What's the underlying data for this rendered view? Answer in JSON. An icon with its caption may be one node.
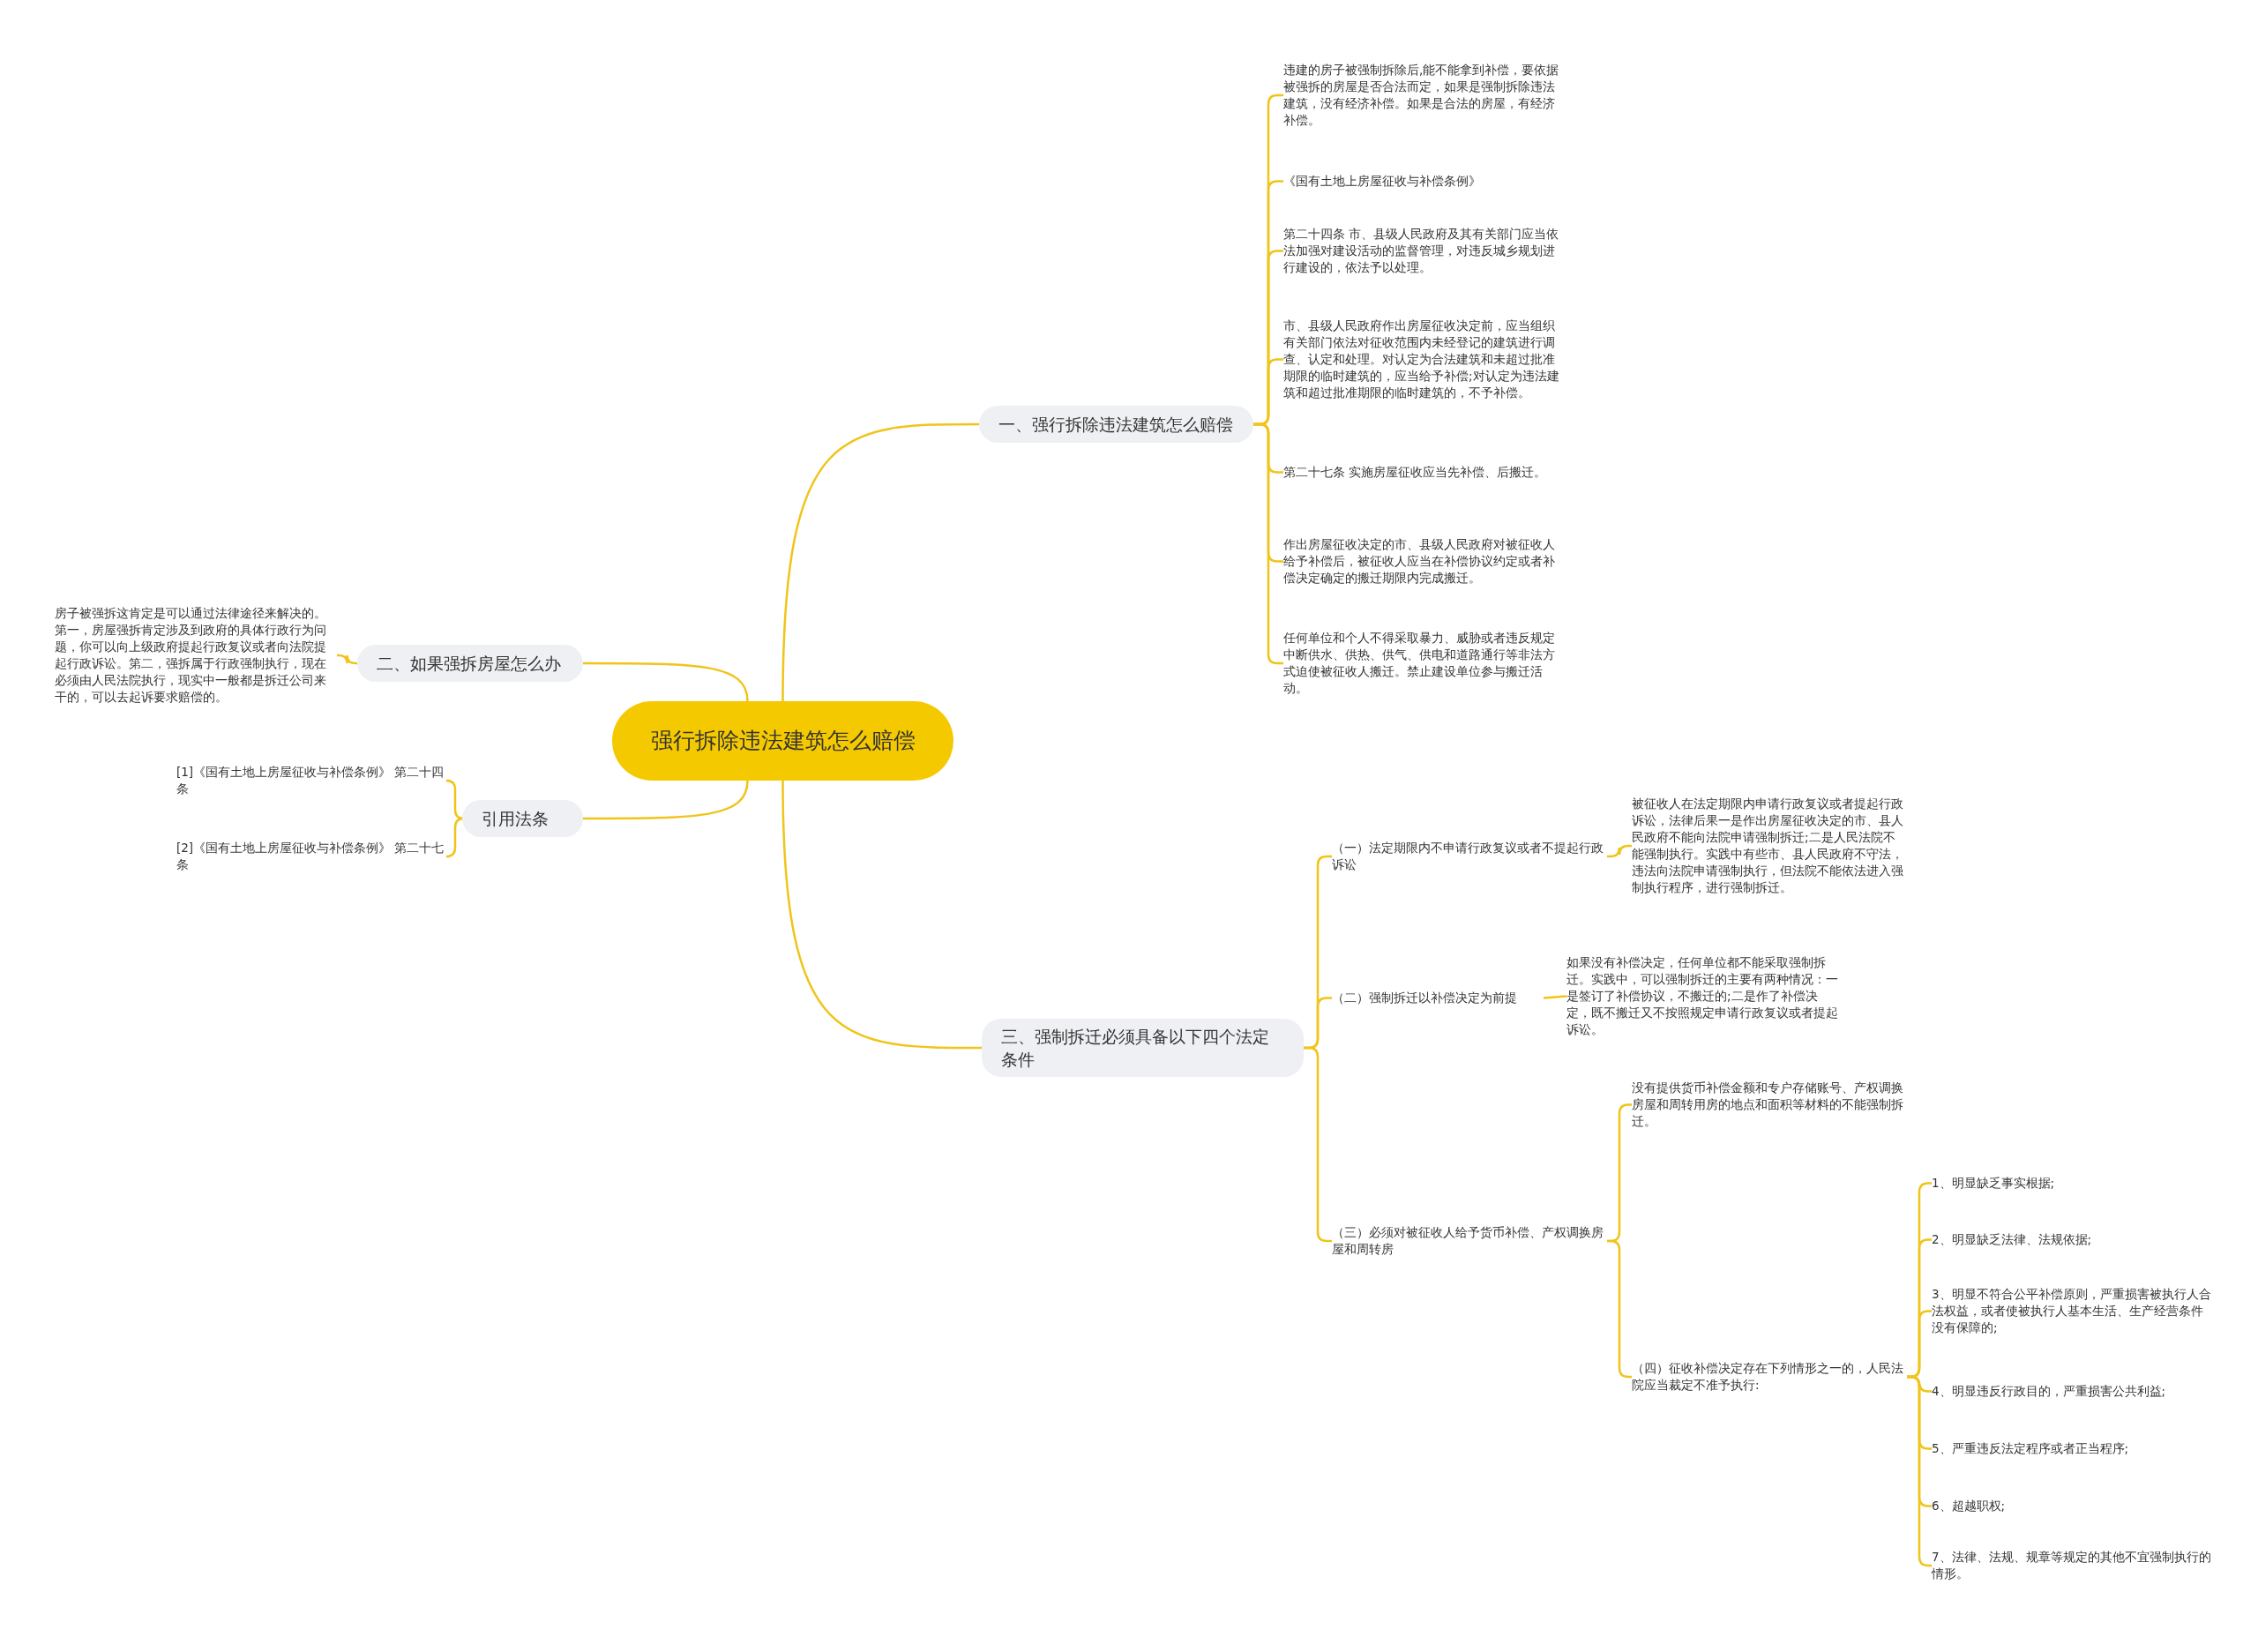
{
  "diagram": {
    "nodes": [
      {
        "text": [
          "强行拆除违法建筑怎么赔偿"
        ]
      },
      {
        "text": [
          "一、强行拆除违法建筑怎么赔偿"
        ]
      },
      {
        "text": [
          "违建的房子被强制拆除后,能不能拿到补偿，要依据被强拆的房屋是否合法而定，如果是强制拆除违法建筑，没有经济补偿。如果是合法的房屋，有经济补偿。"
        ]
      },
      {
        "text": [
          "《国有土地上房屋征收与补偿条例》"
        ]
      },
      {
        "text": [
          "第二十四条 市、县级人民政府及其有关部门应当依法加强对建设活动的监督管理，对违反城乡规划进行建设的，依法予以处理。"
        ]
      },
      {
        "text": [
          "市、县级人民政府作出房屋征收决定前，应当组织有关部门依法对征收范围内未经登记的建筑进行调查、认定和处理。对认定为合法建筑和未超过批准期限的临时建筑的，应当给予补偿;对认定为违法建筑和超过批准期限的临时建筑的，不予补偿。"
        ]
      },
      {
        "text": [
          "第二十七条 实施房屋征收应当先补偿、后搬迁。"
        ]
      },
      {
        "text": [
          "作出房屋征收决定的市、县级人民政府对被征收人给予补偿后，被征收人应当在补偿协议约定或者补偿决定确定的搬迁期限内完成搬迁。"
        ]
      },
      {
        "text": [
          "任何单位和个人不得采取暴力、威胁或者违反规定中断供水、供热、供气、供电和道路通行等非法方式迫使被征收人搬迁。禁止建设单位参与搬迁活动。"
        ]
      },
      {
        "text": [
          "二、如果强拆房屋怎么办"
        ]
      },
      {
        "text": [
          "房子被强拆这肯定是可以通过法律途径来解决的。第一，房屋强拆肯定涉及到政府的具体行政行为问题，你可以向上级政府提起行政复议或者向法院提起行政诉讼。第二，强拆属于行政强制执行，现在必须由人民法院执行，现实中一般都是拆迁公司来干的，可以去起诉要求赔偿的。"
        ]
      },
      {
        "text": [
          "引用法条"
        ]
      },
      {
        "text": [
          "[1]《国有土地上房屋征收与补偿条例》 第二十四条"
        ]
      },
      {
        "text": [
          "[2]《国有土地上房屋征收与补偿条例》 第二十七条"
        ]
      },
      {
        "text": [
          "三、强制拆迁必须具备以下四个法定条件"
        ]
      },
      {
        "text": [
          "（一）法定期限内不申请行政复议或者不提起行政诉讼"
        ]
      },
      {
        "text": [
          "被征收人在法定期限内申请行政复议或者提起行政诉讼，法律后果一是作出房屋征收决定的市、县人民政府不能向法院申请强制拆迁;二是人民法院不能强制执行。实践中有些市、县人民政府不守法，违法向法院申请强制执行，但法院不能依法进入强制执行程序，进行强制拆迁。"
        ]
      },
      {
        "text": [
          "（二）强制拆迁以补偿决定为前提"
        ]
      },
      {
        "text": [
          "如果没有补偿决定，任何单位都不能采取强制拆迁。实践中，可以强制拆迁的主要有两种情况：一是签订了补偿协议，不搬迁的;二是作了补偿决定，既不搬迁又不按照规定申请行政复议或者提起诉讼。"
        ]
      },
      {
        "text": [
          "（三）必须对被征收人给予货币补偿、产权调换房屋和周转房"
        ]
      },
      {
        "text": [
          "没有提供货币补偿金额和专户存储账号、产权调换房屋和周转用房的地点和面积等材料的不能强制拆迁。"
        ]
      },
      {
        "text": [
          "（四）征收补偿决定存在下列情形之一的，人民法院应当裁定不准予执行:"
        ]
      },
      {
        "text": [
          "1、明显缺乏事实根据;"
        ]
      },
      {
        "text": [
          "2、明显缺乏法律、法规依据;"
        ]
      },
      {
        "text": [
          "3、明显不符合公平补偿原则，严重损害被执行人合法权益，或者使被执行人基本生活、生产经营条件没有保障的;"
        ]
      },
      {
        "text": [
          "4、明显违反行政目的，严重损害公共利益;"
        ]
      },
      {
        "text": [
          "5、严重违反法定程序或者正当程序;"
        ]
      },
      {
        "text": [
          "6、超越职权;"
        ]
      },
      {
        "text": [
          "7、法律、法规、规章等规定的其他不宜强制执行的情形。"
        ]
      }
    ],
    "edges": [
      {
        "from": 0,
        "to": 1,
        "arrow": "none"
      },
      {
        "from": 1,
        "to": 2,
        "arrow": "none"
      },
      {
        "from": 1,
        "to": 3,
        "arrow": "none"
      },
      {
        "from": 1,
        "to": 4,
        "arrow": "none"
      },
      {
        "from": 1,
        "to": 5,
        "arrow": "none"
      },
      {
        "from": 1,
        "to": 6,
        "arrow": "none"
      },
      {
        "from": 1,
        "to": 7,
        "arrow": "none"
      },
      {
        "from": 1,
        "to": 8,
        "arrow": "none"
      },
      {
        "from": 0,
        "to": 9,
        "arrow": "none"
      },
      {
        "from": 9,
        "to": 10,
        "arrow": "none"
      },
      {
        "from": 0,
        "to": 11,
        "arrow": "none"
      },
      {
        "from": 11,
        "to": 12,
        "arrow": "none"
      },
      {
        "from": 11,
        "to": 13,
        "arrow": "none"
      },
      {
        "from": 0,
        "to": 14,
        "arrow": "none"
      },
      {
        "from": 14,
        "to": 15,
        "arrow": "none"
      },
      {
        "from": 15,
        "to": 16,
        "arrow": "none"
      },
      {
        "from": 14,
        "to": 17,
        "arrow": "none"
      },
      {
        "from": 17,
        "to": 18,
        "arrow": "none"
      },
      {
        "from": 14,
        "to": 19,
        "arrow": "none"
      },
      {
        "from": 19,
        "to": 20,
        "arrow": "none"
      },
      {
        "from": 19,
        "to": 21,
        "arrow": "none"
      },
      {
        "from": 21,
        "to": 22,
        "arrow": "none"
      },
      {
        "from": 21,
        "to": 23,
        "arrow": "none"
      },
      {
        "from": 21,
        "to": 24,
        "arrow": "none"
      },
      {
        "from": 21,
        "to": 25,
        "arrow": "none"
      },
      {
        "from": 21,
        "to": 26,
        "arrow": "none"
      },
      {
        "from": 21,
        "to": 27,
        "arrow": "none"
      },
      {
        "from": 21,
        "to": 28,
        "arrow": "none"
      }
    ]
  }
}
